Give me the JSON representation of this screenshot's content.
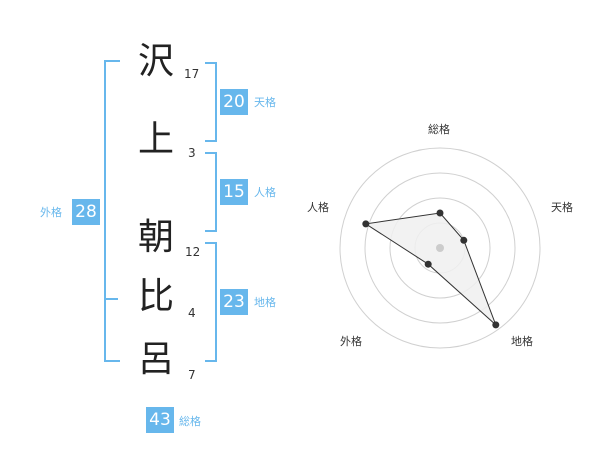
{
  "name_chars": [
    {
      "char": "沢",
      "strokes": "17"
    },
    {
      "char": "上",
      "strokes": "3"
    },
    {
      "char": "朝",
      "strokes": "12"
    },
    {
      "char": "比",
      "strokes": "4"
    },
    {
      "char": "呂",
      "strokes": "7"
    }
  ],
  "fortunes": {
    "tenkaku": {
      "value": "20",
      "label": "天格"
    },
    "jinkaku": {
      "value": "15",
      "label": "人格"
    },
    "chikaku": {
      "value": "23",
      "label": "地格"
    },
    "gaikaku": {
      "value": "28",
      "label": "外格"
    },
    "soukaku": {
      "value": "43",
      "label": "総格"
    }
  },
  "chart_data": {
    "type": "radar",
    "axes": [
      "総格",
      "天格",
      "地格",
      "外格",
      "人格"
    ],
    "values": [
      0.35,
      0.25,
      0.95,
      0.2,
      0.78
    ],
    "rings": 4
  },
  "colors": {
    "accent": "#67b7ec",
    "text": "#222222"
  }
}
